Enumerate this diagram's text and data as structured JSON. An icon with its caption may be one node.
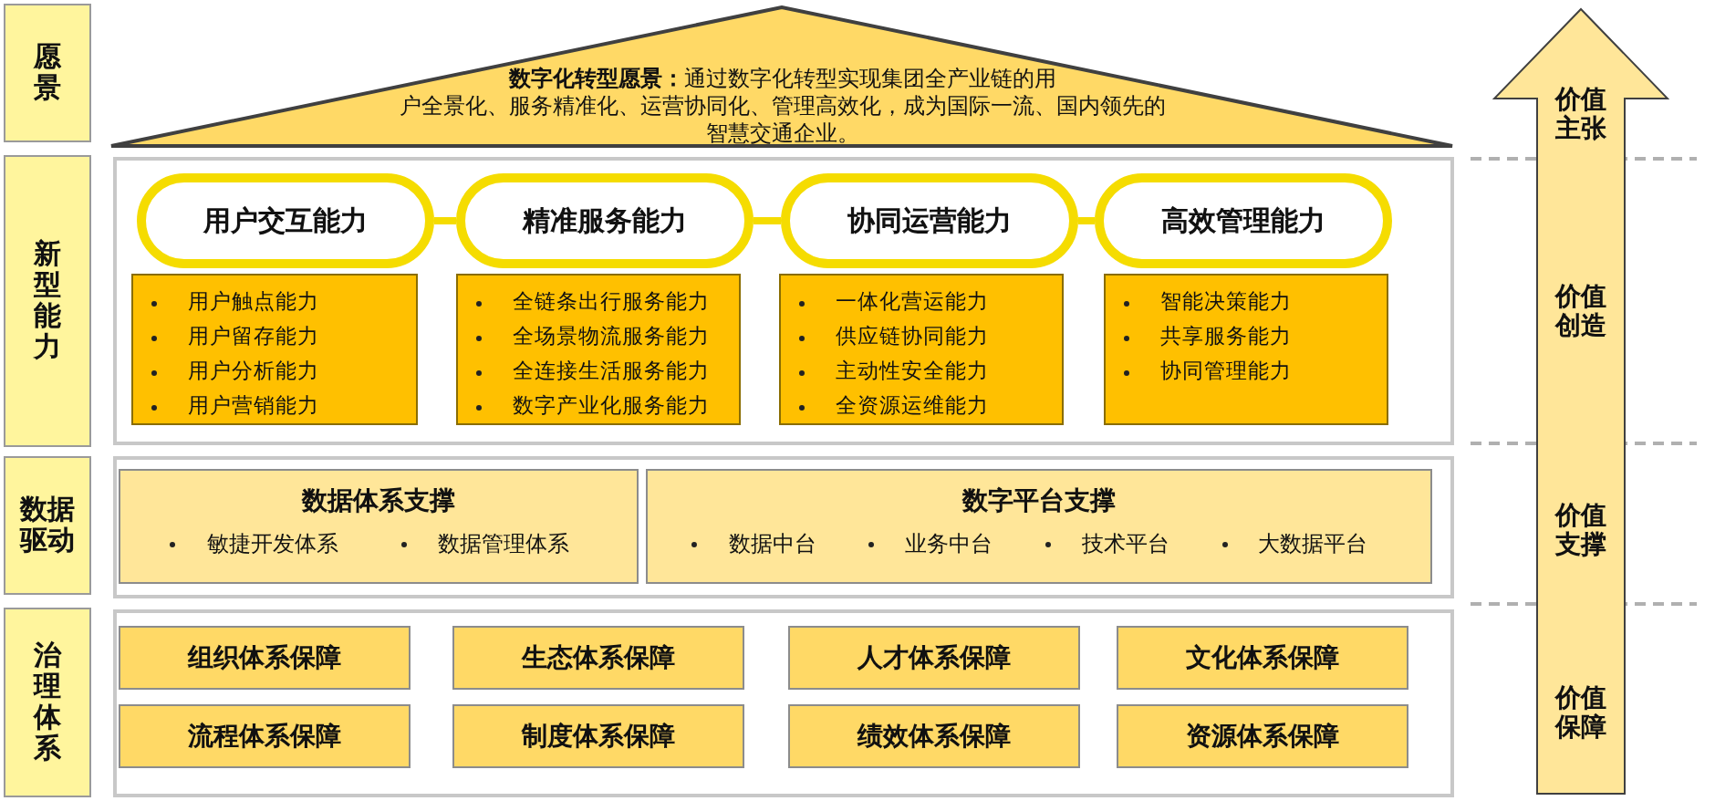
{
  "diagram": {
    "nodes": [
      {
        "text": [
          "愿景"
        ]
      },
      {
        "text": [
          "**数字化转型愿景：**通过数字化转型实现集团全产业链的用户全景化、服务精准化、运营协同化、管理高效化，成为国际一流、国内领先的智慧交通企业。"
        ]
      },
      {
        "text": [
          "新型能力"
        ]
      },
      {
        "text": [],
        "shape": "box"
      },
      {
        "text": [
          "用户交互能力"
        ],
        "in": 3
      },
      {
        "text": [
          "精准服务能力"
        ],
        "in": 3
      },
      {
        "text": [
          "协同运营能力"
        ],
        "in": 3
      },
      {
        "text": [
          "高效管理能力"
        ],
        "in": 3
      },
      {
        "text": [
          "用户触点能力",
          "用户留存能力",
          "用户分析能力",
          "用户营销能力"
        ],
        "in": 3
      },
      {
        "text": [
          "全链条出行服务能力",
          "全场景物流服务能力",
          "全连接生活服务能力",
          "数字产业化服务能力"
        ],
        "in": 3
      },
      {
        "text": [
          "一体化营运能力",
          "供应链协同能力",
          "主动性安全能力",
          "全资源运维能力"
        ],
        "in": 3
      },
      {
        "text": [
          "智能决策能力",
          "共享服务能力",
          "协同管理能力"
        ],
        "in": 3
      },
      {
        "text": [
          "数据驱动"
        ]
      },
      {
        "text": [],
        "shape": "box"
      },
      {
        "text": [
          "数据体系支撑",
          "敏捷开发体系",
          "数据管理体系"
        ],
        "in": 13
      },
      {
        "text": [
          "数字平台支撑",
          "数据中台",
          "业务中台",
          "技术平台",
          "大数据平台"
        ],
        "in": 13
      },
      {
        "text": [
          "治理体系"
        ]
      },
      {
        "text": [],
        "shape": "box"
      },
      {
        "text": [
          "组织体系保障"
        ],
        "in": 17
      },
      {
        "text": [
          "生态体系保障"
        ],
        "in": 17
      },
      {
        "text": [
          "人才体系保障"
        ],
        "in": 17
      },
      {
        "text": [
          "文化体系保障"
        ],
        "in": 17
      },
      {
        "text": [
          "流程体系保障"
        ],
        "in": 17
      },
      {
        "text": [
          "制度体系保障"
        ],
        "in": 17
      },
      {
        "text": [
          "绩效体系保障"
        ],
        "in": 17
      },
      {
        "text": [
          "资源体系保障"
        ],
        "in": 17
      },
      {
        "text": [
          "价值主张",
          "价值创造",
          "价值支撑",
          "价值保障"
        ]
      }
    ],
    "edges": [
      {
        "from": 4,
        "to": 5,
        "arrow": "none"
      },
      {
        "from": 5,
        "to": 6,
        "arrow": "none"
      },
      {
        "from": 6,
        "to": 7,
        "arrow": "none"
      }
    ]
  }
}
